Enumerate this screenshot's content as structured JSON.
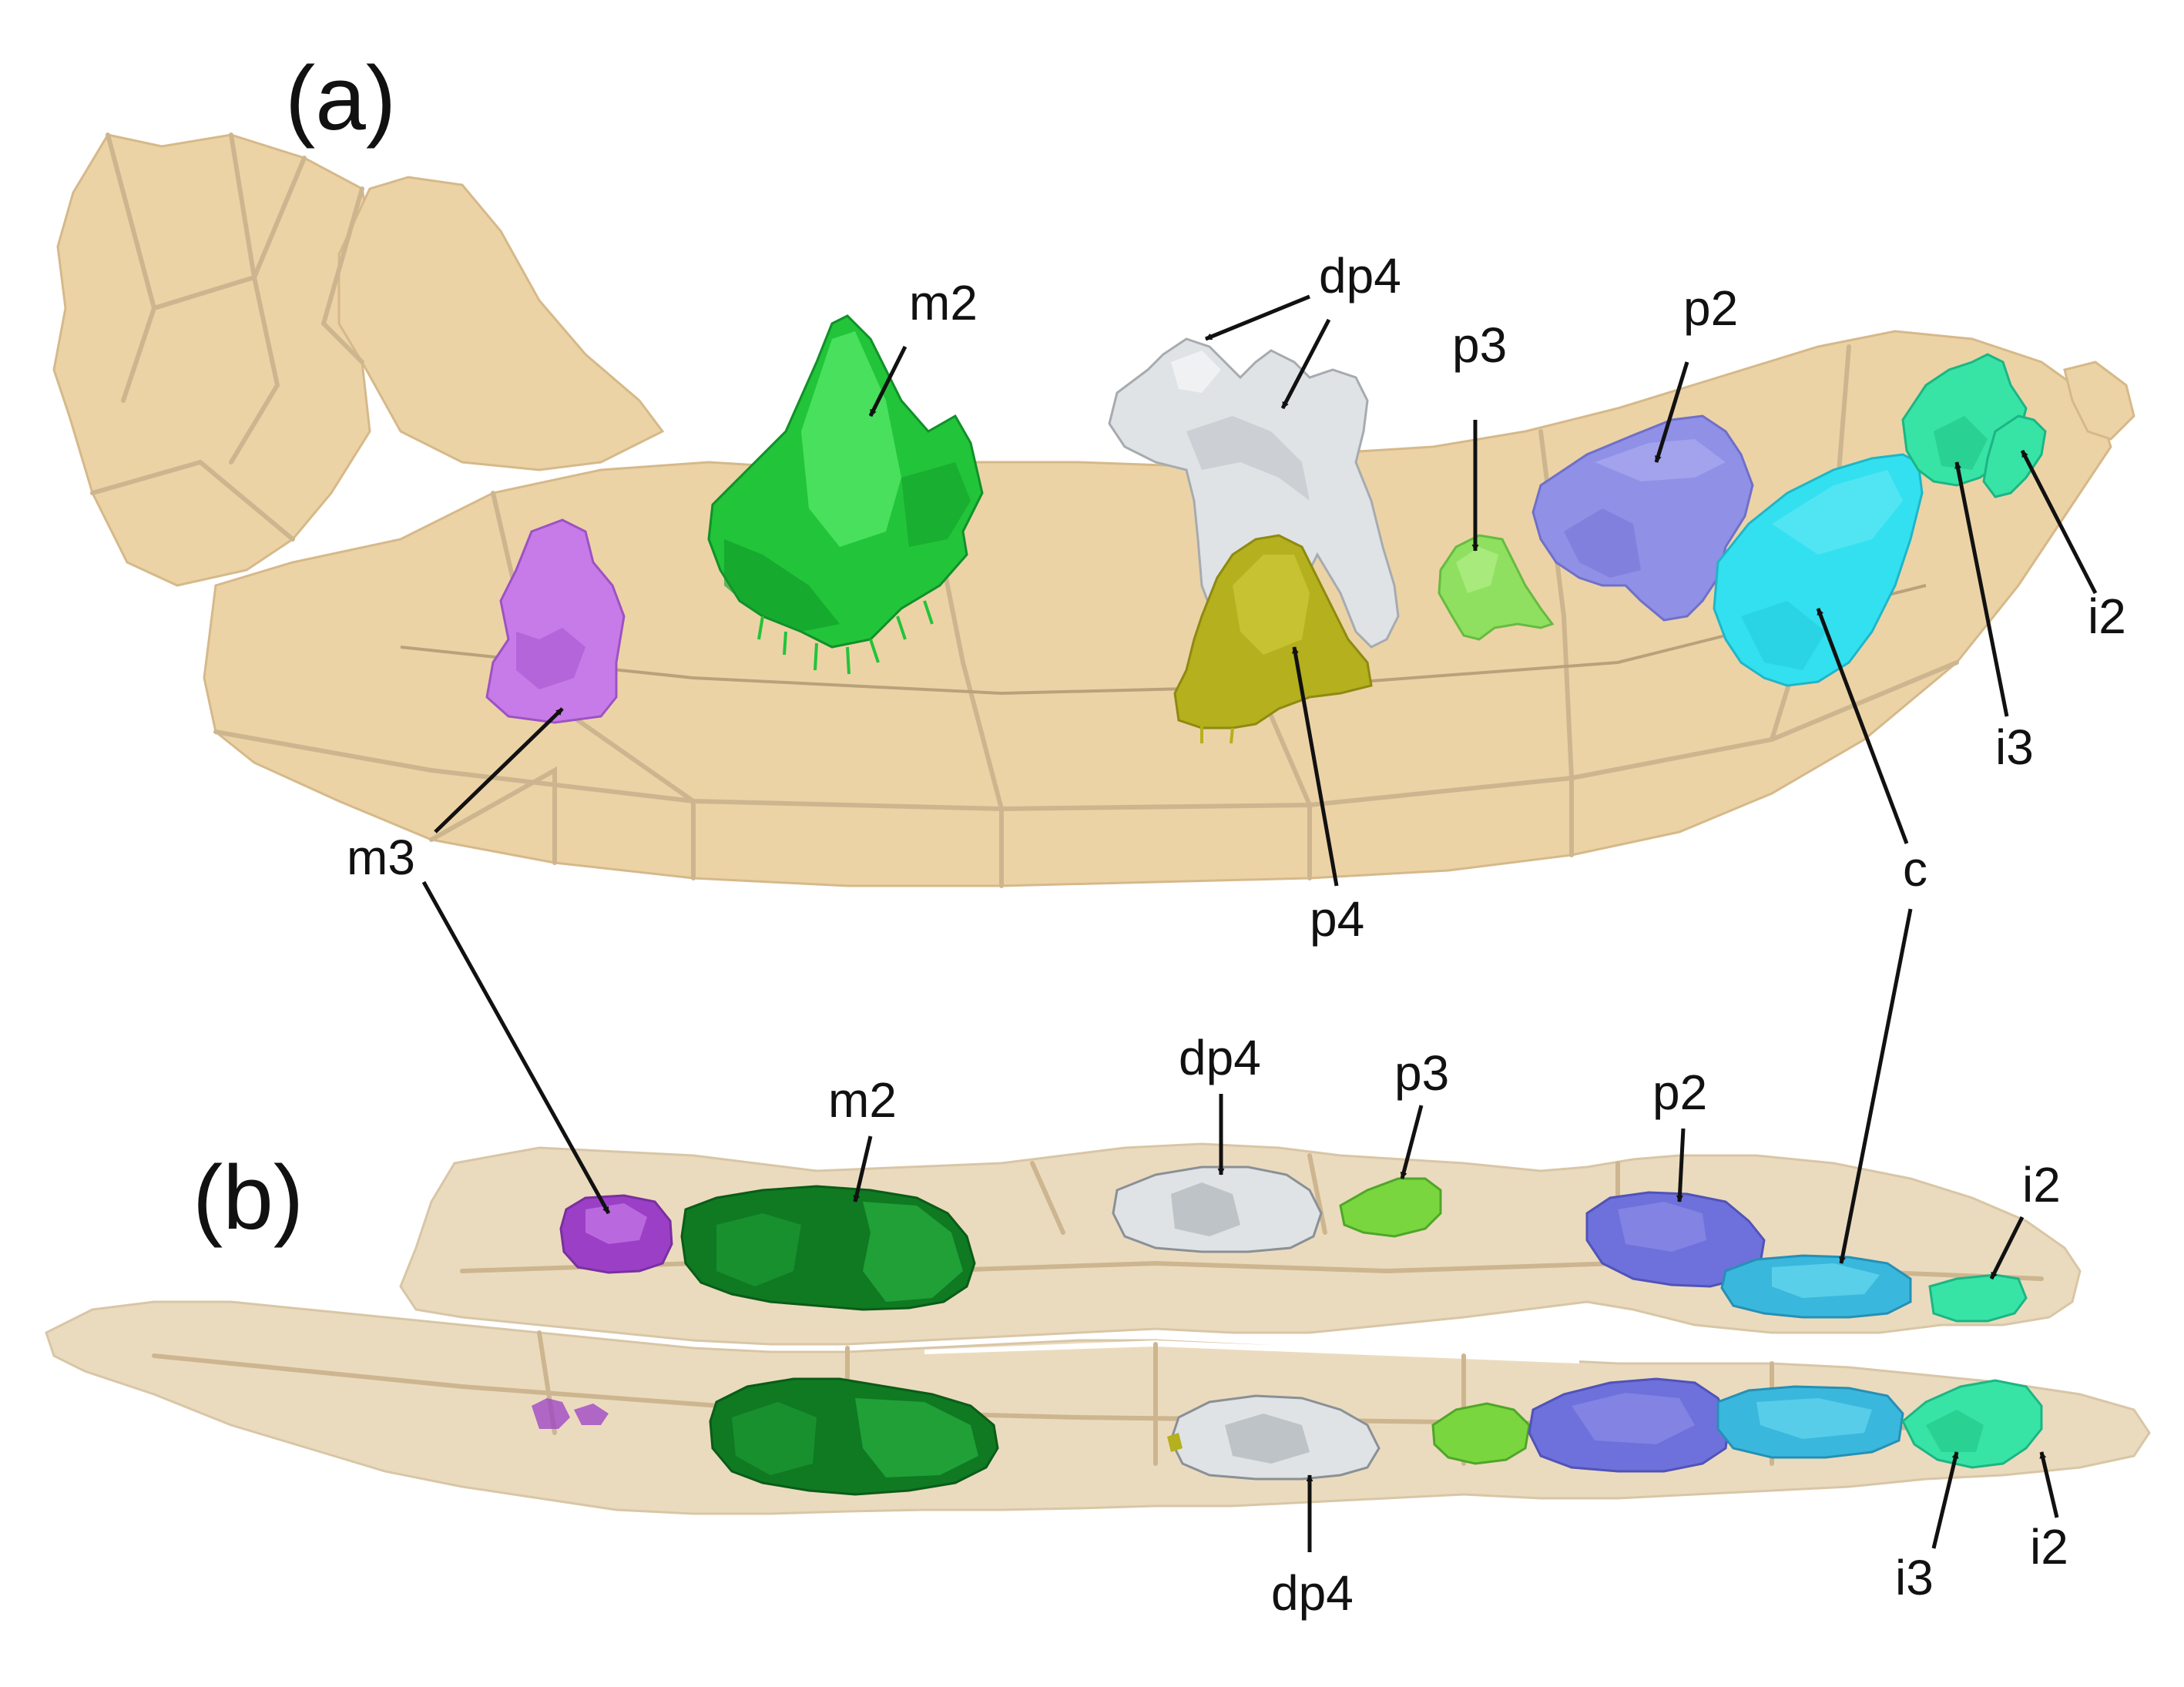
{
  "panels": {
    "a": "(a)",
    "b": "(b)"
  },
  "labels": {
    "a_m2": "m2",
    "a_dp4": "dp4",
    "a_p3": "p3",
    "a_p2": "p2",
    "a_i2": "i2",
    "a_i3": "i3",
    "a_c": "c",
    "a_p4": "p4",
    "m3": "m3",
    "b_m2": "m2",
    "b_dp4_top": "dp4",
    "b_p3": "p3",
    "b_p2": "p2",
    "b_i2_top": "i2",
    "b_dp4_bottom": "dp4",
    "b_i3": "i3",
    "b_i2_bottom": "i2"
  },
  "colors": {
    "bone": "#ecd3a6",
    "m3": "#c77be8",
    "m2": "#22c43a",
    "m2_dark": "#0f7a22",
    "dp4": "#dfe3e6",
    "p4": "#b4b01e",
    "p3": "#8fe060",
    "p2": "#8f90e6",
    "c": "#33e0ef",
    "c_dark": "#3ab7dd",
    "i2_i3": "#38e3a6"
  }
}
